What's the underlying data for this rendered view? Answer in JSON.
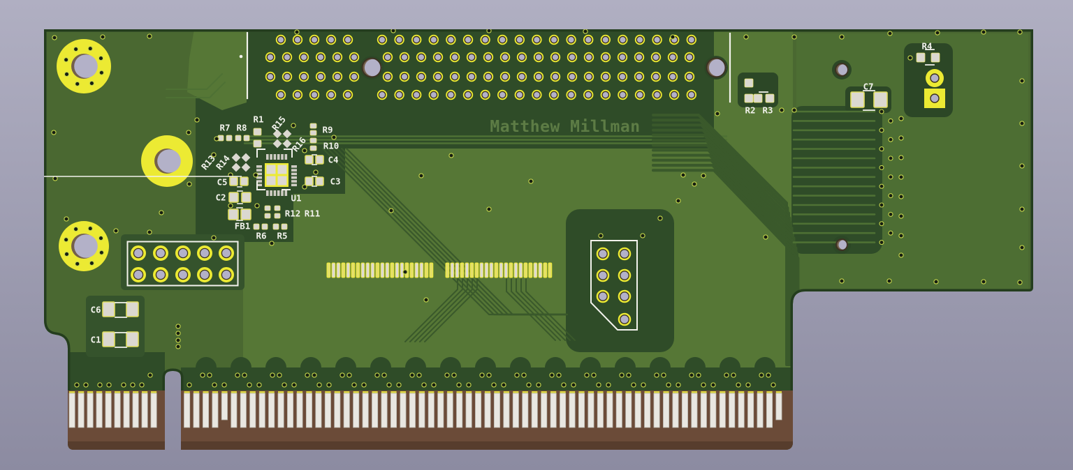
{
  "scene": {
    "description": "3D rendered printed circuit board, back side, riser card with gold edge connector"
  },
  "board": {
    "author_text": "Matthew Millman"
  },
  "designators": {
    "r1": "R1",
    "r2": "R2",
    "r3": "R3",
    "r4": "R4",
    "r5": "R5",
    "r6": "R6",
    "r7": "R7",
    "r8": "R8",
    "r9": "R9",
    "r10": "R10",
    "r11": "R11",
    "r12": "R12",
    "r13": "R13",
    "r14": "R14",
    "r15": "R15",
    "r16": "R16",
    "c1": "C1",
    "c2": "C2",
    "c3": "C3",
    "c4": "C4",
    "c5": "C5",
    "c6": "C6",
    "c7": "C7",
    "u1": "U1",
    "fb1": "FB1"
  },
  "colors": {
    "background_top": "#b0afc2",
    "background_bottom": "#8c8ba1",
    "board_mid_green": "#4a6831",
    "board_light_green": "#567736",
    "board_dark_green": "#2f4c28",
    "board_edge_dark": "#243d1e",
    "pad_yellow": "#ecea33",
    "pad_silver": "#dbd8d0",
    "hole_lavender": "#b3b1c8",
    "hole_rim": "#3a3020",
    "hole_shadow": "#73604b",
    "bevel_brown": "#6b4b38",
    "bevel_brown_dark": "#573d2d",
    "finger_silver": "#e9e7e1",
    "finger_tip_yellow": "#d9d441",
    "silkscreen_white": "#f2f2ec",
    "copper_text_green": "#5d7c45",
    "via_ring": "#c6d64d",
    "via_hole": "#161e11",
    "trace_light": "#4e7134",
    "trace_dark": "#3a592b"
  }
}
